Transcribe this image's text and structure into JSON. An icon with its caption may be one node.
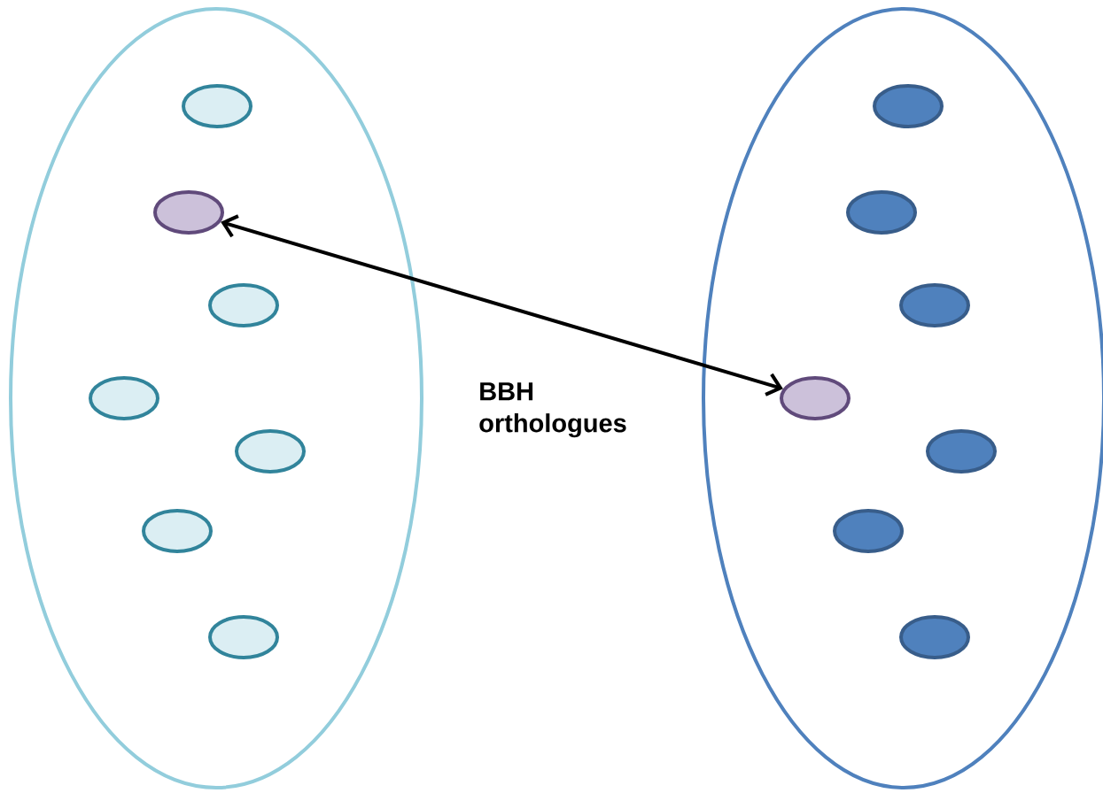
{
  "diagram": {
    "nodes": [
      {
        "text": [],
        "shape": "ellipse"
      },
      {
        "text": [],
        "shape": "ellipse",
        "in": 0
      },
      {
        "text": [],
        "shape": "ellipse",
        "in": 0
      },
      {
        "text": [],
        "shape": "ellipse",
        "in": 0
      },
      {
        "text": [],
        "shape": "ellipse",
        "in": 0
      },
      {
        "text": [],
        "shape": "ellipse",
        "in": 0
      },
      {
        "text": [],
        "shape": "ellipse",
        "in": 0
      },
      {
        "text": [],
        "shape": "ellipse",
        "in": 0
      },
      {
        "text": [],
        "shape": "ellipse"
      },
      {
        "text": [],
        "shape": "ellipse",
        "in": 8
      },
      {
        "text": [],
        "shape": "ellipse",
        "in": 8
      },
      {
        "text": [],
        "shape": "ellipse",
        "in": 8
      },
      {
        "text": [],
        "shape": "ellipse",
        "in": 8
      },
      {
        "text": [],
        "shape": "ellipse",
        "in": 8
      },
      {
        "text": [],
        "shape": "ellipse",
        "in": 8
      },
      {
        "text": [],
        "shape": "ellipse",
        "in": 8
      }
    ],
    "edges": [
      {
        "from": 2,
        "to": 12,
        "arrow": "both",
        "label": "BBH orthologues"
      }
    ]
  }
}
